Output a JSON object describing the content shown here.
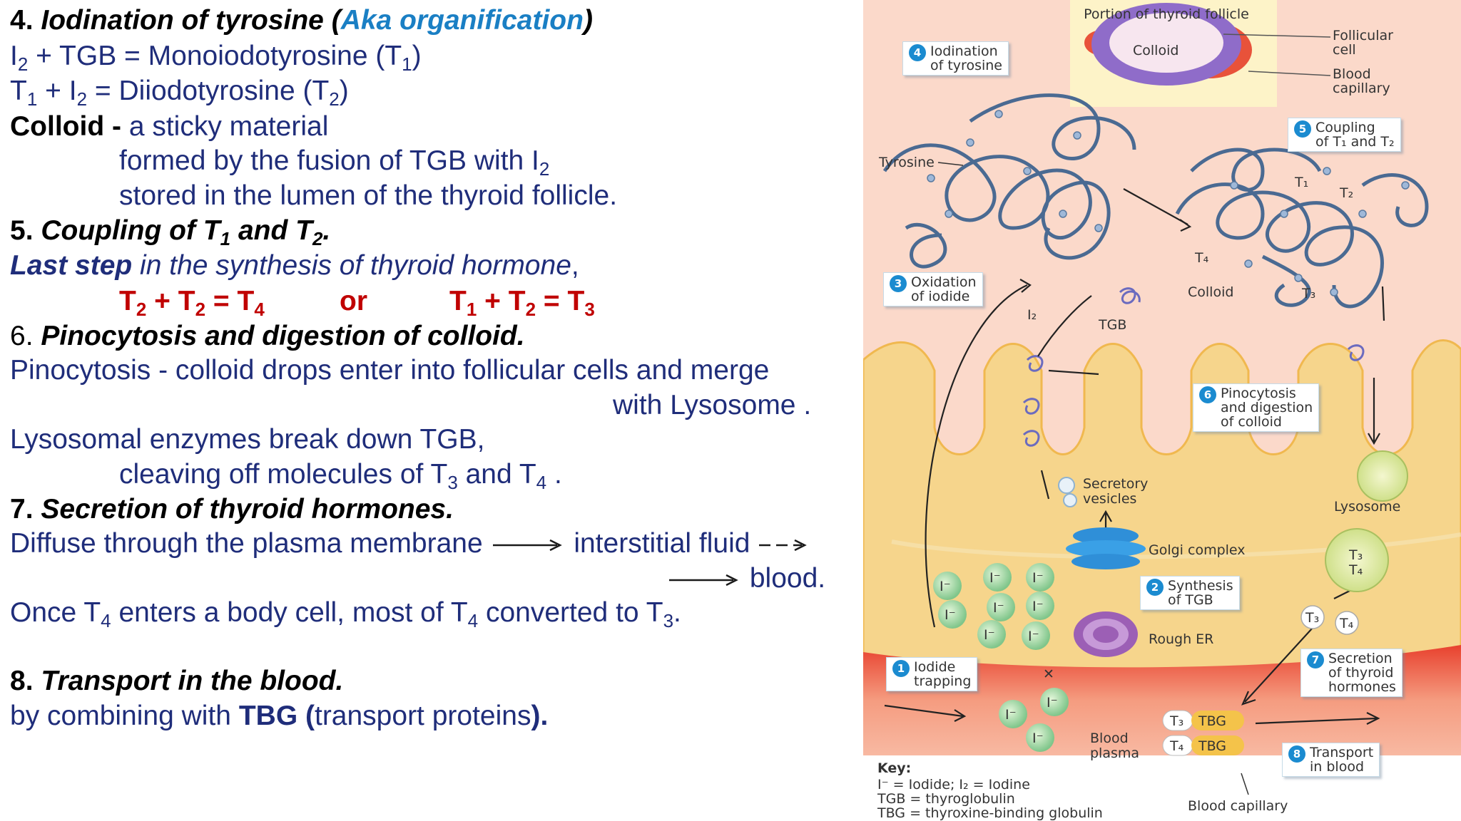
{
  "text": {
    "s4_num": "4.",
    "s4_title": "Iodination of tyrosine (",
    "s4_aka": "Aka organification",
    "s4_close": ")",
    "eq1_a": "I",
    "eq1_sub1": "2",
    "eq1_b": " + TGB  = Monoiodotyrosine (T",
    "eq1_sub2": "1",
    "eq1_c": ")",
    "eq2_a": "T",
    "eq2_sub1": "1",
    "eq2_b": " + I",
    "eq2_sub2": "2",
    "eq2_c": " = Diiodotyrosine (T",
    "eq2_sub3": "2",
    "eq2_d": ")",
    "colloid_term": "Colloid - ",
    "colloid_def": "a sticky material",
    "colloid_l2": "formed by the fusion of TGB with I",
    "colloid_l2_sub": "2",
    "colloid_l3": "stored in the lumen of the thyroid follicle.",
    "s5_num": "5.",
    "s5_a": "Coupling of T",
    "s5_sub1": "1",
    "s5_b": " and T",
    "s5_sub2": "2",
    "s5_c": ".",
    "last_step_bold": "Last step",
    "last_step_rest": " in the synthesis of thyroid hormone",
    "last_step_comma": ",",
    "r1_a": "T",
    "r1_s1": "2",
    "r1_b": " + T",
    "r1_s2": "2",
    "r1_c": " = T",
    "r1_s3": "4",
    "r_or": "or",
    "r2_a": "T",
    "r2_s1": "1",
    "r2_b": " + T",
    "r2_s2": "2",
    "r2_c": " = T",
    "r2_s3": "3",
    "s6_num": "6. ",
    "s6_title": "Pinocytosis and digestion of colloid.",
    "pino_l1": "Pinocytosis - colloid drops enter into follicular cells and merge",
    "pino_l2": "with Lysosome .",
    "lyso_l1": "Lysosomal enzymes break down TGB,",
    "lyso_l2a": "cleaving off molecules of T",
    "lyso_l2s1": "3",
    "lyso_l2b": " and T",
    "lyso_l2s2": "4",
    "lyso_l2c": " .",
    "s7_num": "7.",
    "s7_title": " Secretion of thyroid hormones.",
    "diffuse_a": "Diffuse through the plasma membrane",
    "diffuse_b": "interstitial fluid",
    "diffuse_c": "blood.",
    "once_a": "Once T",
    "once_s1": "4",
    "once_b": " enters a body cell, most of T",
    "once_s2": "4",
    "once_c": "  converted to T",
    "once_s3": "3",
    "once_d": ".",
    "s8_num": "8.",
    "s8_title": " Transport in the blood.",
    "by_a": "by combining with ",
    "by_tbg": "TBG (",
    "by_rest": "transport proteins",
    "by_end": ")."
  },
  "diagram": {
    "follicle_title": "Portion of thyroid follicle",
    "follicle_colloid": "Colloid",
    "follicular_cell": "Follicular\ncell",
    "blood_capillary_inset": "Blood\ncapillary",
    "tyrosine": "Tyrosine",
    "t1": "T₁",
    "t2": "T₂",
    "t4": "T₄",
    "t3": "T₃",
    "colloid": "Colloid",
    "tgb": "TGB",
    "i2": "I₂",
    "secretory_vesicles": "Secretory\nvesicles",
    "golgi": "Golgi complex",
    "rough_er": "Rough ER",
    "lysosome": "Lysosome",
    "blood_plasma": "Blood\nplasma",
    "blood_capillary": "Blood capillary",
    "iodide_ion": "I⁻",
    "tbg": "TBG",
    "t3t4_in_lysosome": "T₃\nT₄",
    "key_title": "Key:",
    "key_1": "I⁻ = Iodide; I₂ = Iodine",
    "key_2": "TGB = thyroglobulin",
    "key_3": "TBG = thyroxine-binding globulin",
    "callouts": [
      {
        "num": "1",
        "text": "Iodide\ntrapping"
      },
      {
        "num": "2",
        "text": "Synthesis\nof TGB"
      },
      {
        "num": "3",
        "text": "Oxidation\nof iodide"
      },
      {
        "num": "4",
        "text": "Iodination\nof tyrosine"
      },
      {
        "num": "5",
        "text": "Coupling\nof T₁ and T₂"
      },
      {
        "num": "6",
        "text": "Pinocytosis\nand digestion\nof colloid"
      },
      {
        "num": "7",
        "text": "Secretion\nof thyroid\nhormones"
      },
      {
        "num": "8",
        "text": "Transport\nin blood"
      }
    ]
  },
  "colors": {
    "text_navy": "#1f2d7a",
    "text_black": "#000000",
    "aka_blue": "#1a7fc4",
    "reaction_red": "#c00000",
    "callout_blue": "#1b8bd0",
    "colloid_peach": "#f8d2c0",
    "cell_yellow": "#f6d58c",
    "blood_red": "#e8412e",
    "chain_blue": "#4a6a92"
  }
}
